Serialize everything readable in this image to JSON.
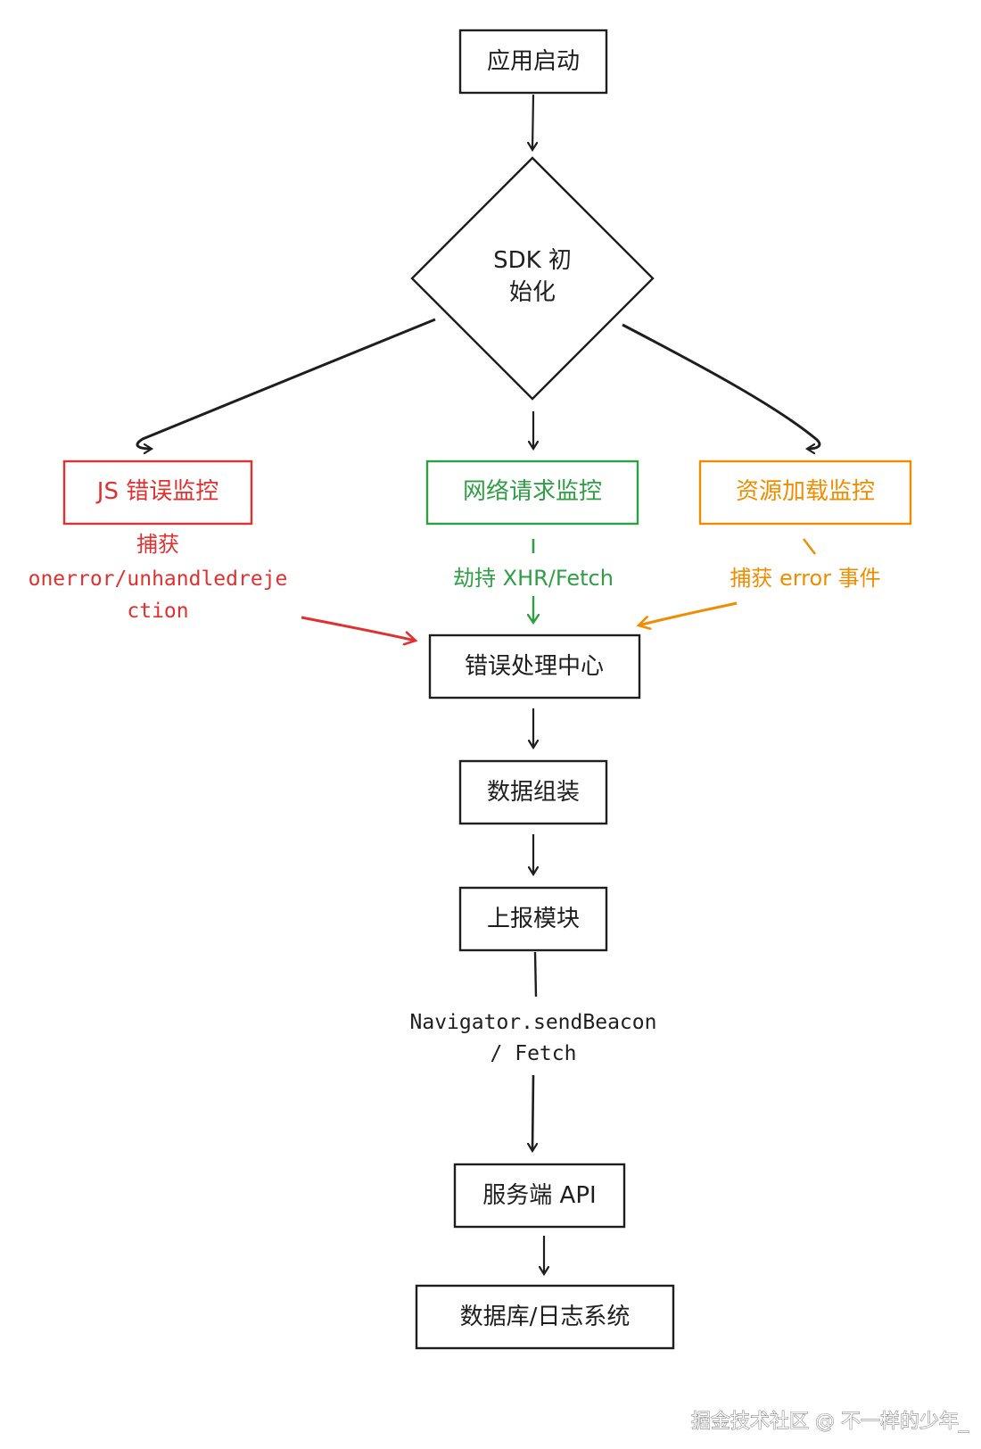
{
  "colors": {
    "ink": "#1e1e1e",
    "red": "#e03131",
    "green": "#2f9e44",
    "orange": "#f08c00"
  },
  "nodes": {
    "app_start": "应用启动",
    "sdk_init_line1": "SDK 初",
    "sdk_init_line2": "始化",
    "js_error": "JS 错误监控",
    "network": "网络请求监控",
    "resource": "资源加载监控",
    "error_center": "错误处理中心",
    "data_assembly": "数据组装",
    "report_module": "上报模块",
    "server_api": "服务端 API",
    "storage": "数据库/日志系统"
  },
  "edge_labels": {
    "js_capture_line1": "捕获",
    "js_capture_line2": "onerror/unhandledreje",
    "js_capture_line3": "ction",
    "network_hijack": "劫持 XHR/Fetch",
    "resource_capture": "捕获 error 事件",
    "report_method_line1": "Navigator.sendBeacon",
    "report_method_line2": "/ Fetch"
  },
  "watermark": "掘金技术社区 @ 不一样的少年_"
}
